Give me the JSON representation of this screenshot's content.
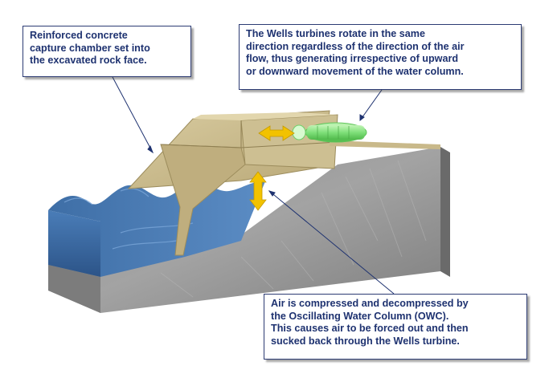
{
  "callouts": {
    "chamber": {
      "lines": [
        "Reinforced concrete",
        "capture chamber set into",
        "the excavated rock face."
      ]
    },
    "turbine": {
      "lines": [
        "The Wells turbines rotate in the same",
        "direction regardless of the direction of the air",
        "flow, thus generating irrespective of upward",
        "or downward movement of the water column."
      ]
    },
    "owc": {
      "lines": [
        "Air is compressed and decompressed by",
        "the Oscillating Water Column (OWC).",
        "This causes air to be forced out and then",
        "sucked back through the Wells turbine."
      ]
    }
  },
  "colors": {
    "callout_text": "#1e3270",
    "callout_border": "#2c3b73",
    "water": "#3f6fa8",
    "concrete": "#c7b88c",
    "rock": "#8c8c8c",
    "arrow": "#f2c200",
    "turbine": "#7fe07a"
  }
}
